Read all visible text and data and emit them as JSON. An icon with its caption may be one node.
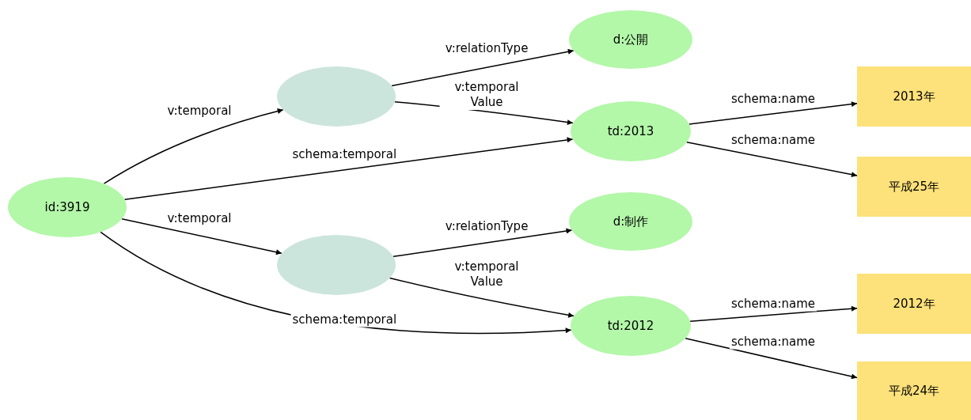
{
  "diagram": {
    "nodes": [
      {
        "text": [
          "id:3919"
        ]
      },
      {
        "text": [],
        "shape": "ellipse"
      },
      {
        "text": [
          "d:公開"
        ]
      },
      {
        "text": [
          "td:2013"
        ]
      },
      {
        "text": [
          "2013年"
        ]
      },
      {
        "text": [
          "平成25年"
        ]
      },
      {
        "text": [],
        "shape": "ellipse"
      },
      {
        "text": [
          "d:制作"
        ]
      },
      {
        "text": [
          "td:2012"
        ]
      },
      {
        "text": [
          "2012年"
        ]
      },
      {
        "text": [
          "平成24年"
        ]
      }
    ],
    "edges": [
      {
        "from": 0,
        "to": 1,
        "arrow": "to",
        "label": "v:temporal"
      },
      {
        "from": 0,
        "to": 3,
        "arrow": "to",
        "label": "schema:temporal"
      },
      {
        "from": 0,
        "to": 6,
        "arrow": "to",
        "label": "v:temporal"
      },
      {
        "from": 0,
        "to": 8,
        "arrow": "to",
        "label": "schema:temporal"
      },
      {
        "from": 1,
        "to": 2,
        "arrow": "to",
        "label": "v:relationType"
      },
      {
        "from": 1,
        "to": 3,
        "arrow": "to",
        "label": "v:temporal Value"
      },
      {
        "from": 3,
        "to": 4,
        "arrow": "to",
        "label": "schema:name"
      },
      {
        "from": 3,
        "to": 5,
        "arrow": "to",
        "label": "schema:name"
      },
      {
        "from": 6,
        "to": 7,
        "arrow": "to",
        "label": "v:relationType"
      },
      {
        "from": 6,
        "to": 8,
        "arrow": "to",
        "label": "v:temporal Value"
      },
      {
        "from": 8,
        "to": 9,
        "arrow": "to",
        "label": "schema:name"
      },
      {
        "from": 8,
        "to": 10,
        "arrow": "to",
        "label": "schema:name"
      }
    ]
  }
}
